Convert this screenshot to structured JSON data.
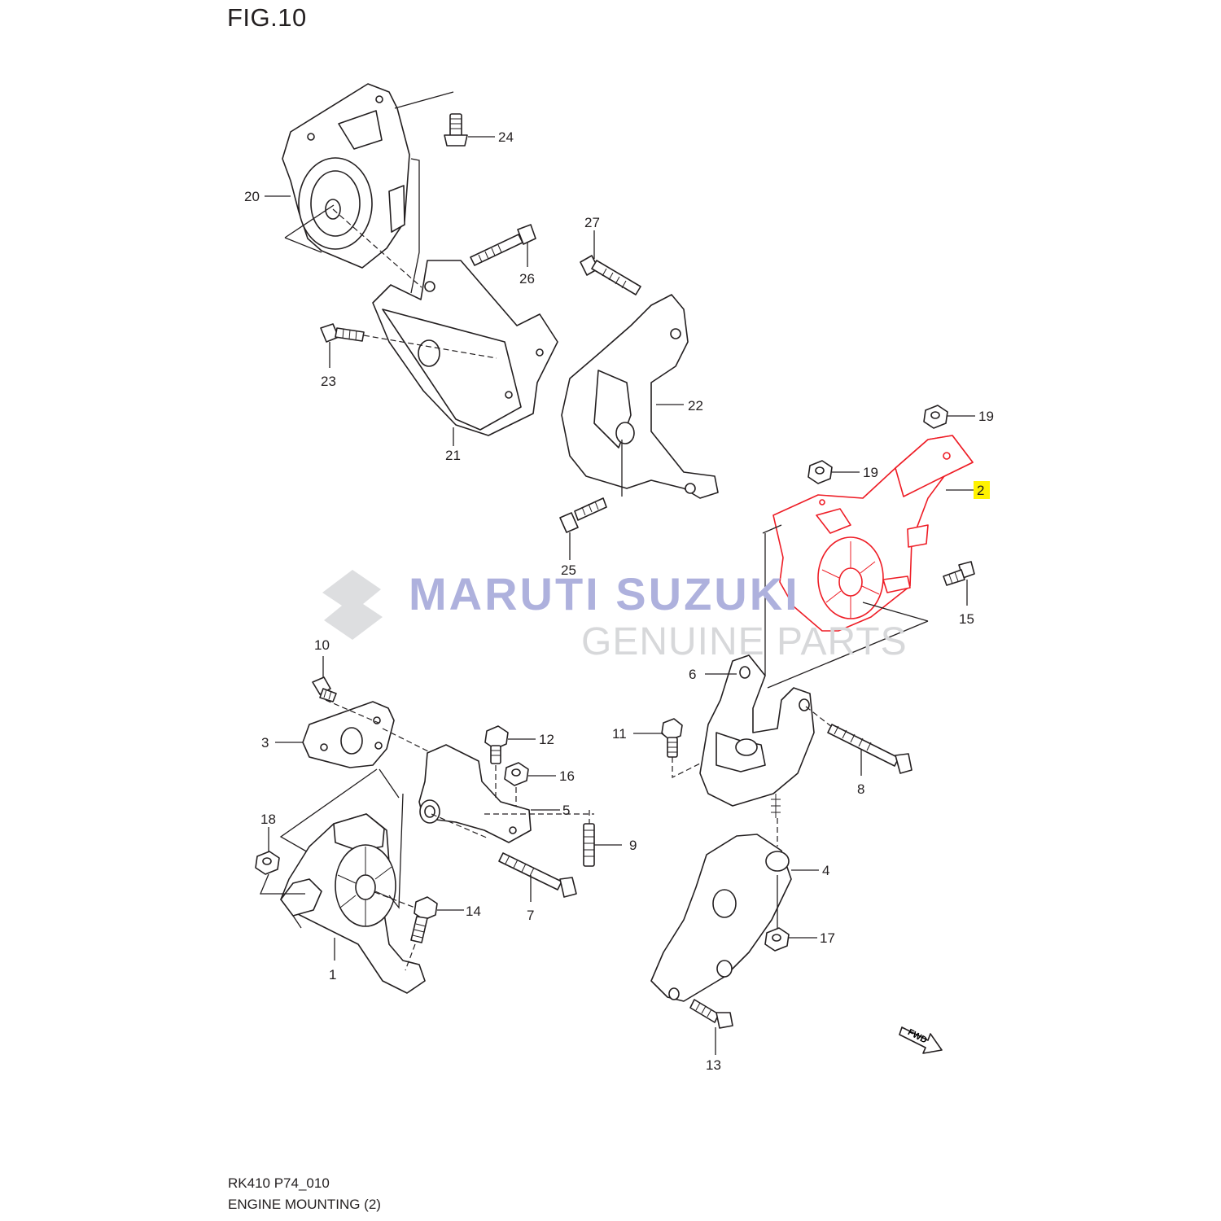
{
  "figure": {
    "title": "FIG.10",
    "code": "RK410 P74_010",
    "name": "ENGINE MOUNTING (2)"
  },
  "watermark": {
    "brand": "MARUTI SUZUKI",
    "tagline": "GENUINE PARTS",
    "color": "#aeb1dd",
    "tagline_color": "#d7d8da",
    "icon": "suzuki-logo-icon"
  },
  "highlight_color": "#fff200",
  "selected_part_color": "#ee1c25",
  "fwd_label": "FWD",
  "callouts": [
    {
      "id": "1",
      "label": "1"
    },
    {
      "id": "2",
      "label": "2",
      "highlighted": true
    },
    {
      "id": "3",
      "label": "3"
    },
    {
      "id": "4",
      "label": "4"
    },
    {
      "id": "5",
      "label": "5"
    },
    {
      "id": "6",
      "label": "6"
    },
    {
      "id": "7",
      "label": "7"
    },
    {
      "id": "8",
      "label": "8"
    },
    {
      "id": "9",
      "label": "9"
    },
    {
      "id": "10",
      "label": "10"
    },
    {
      "id": "11",
      "label": "11"
    },
    {
      "id": "12",
      "label": "12"
    },
    {
      "id": "13",
      "label": "13"
    },
    {
      "id": "14",
      "label": "14"
    },
    {
      "id": "15",
      "label": "15"
    },
    {
      "id": "16",
      "label": "16"
    },
    {
      "id": "17",
      "label": "17"
    },
    {
      "id": "18",
      "label": "18"
    },
    {
      "id": "19a",
      "label": "19"
    },
    {
      "id": "19b",
      "label": "19"
    },
    {
      "id": "20",
      "label": "20"
    },
    {
      "id": "21",
      "label": "21"
    },
    {
      "id": "22",
      "label": "22"
    },
    {
      "id": "23",
      "label": "23"
    },
    {
      "id": "24",
      "label": "24"
    },
    {
      "id": "25",
      "label": "25"
    },
    {
      "id": "26",
      "label": "26"
    },
    {
      "id": "27",
      "label": "27"
    }
  ]
}
